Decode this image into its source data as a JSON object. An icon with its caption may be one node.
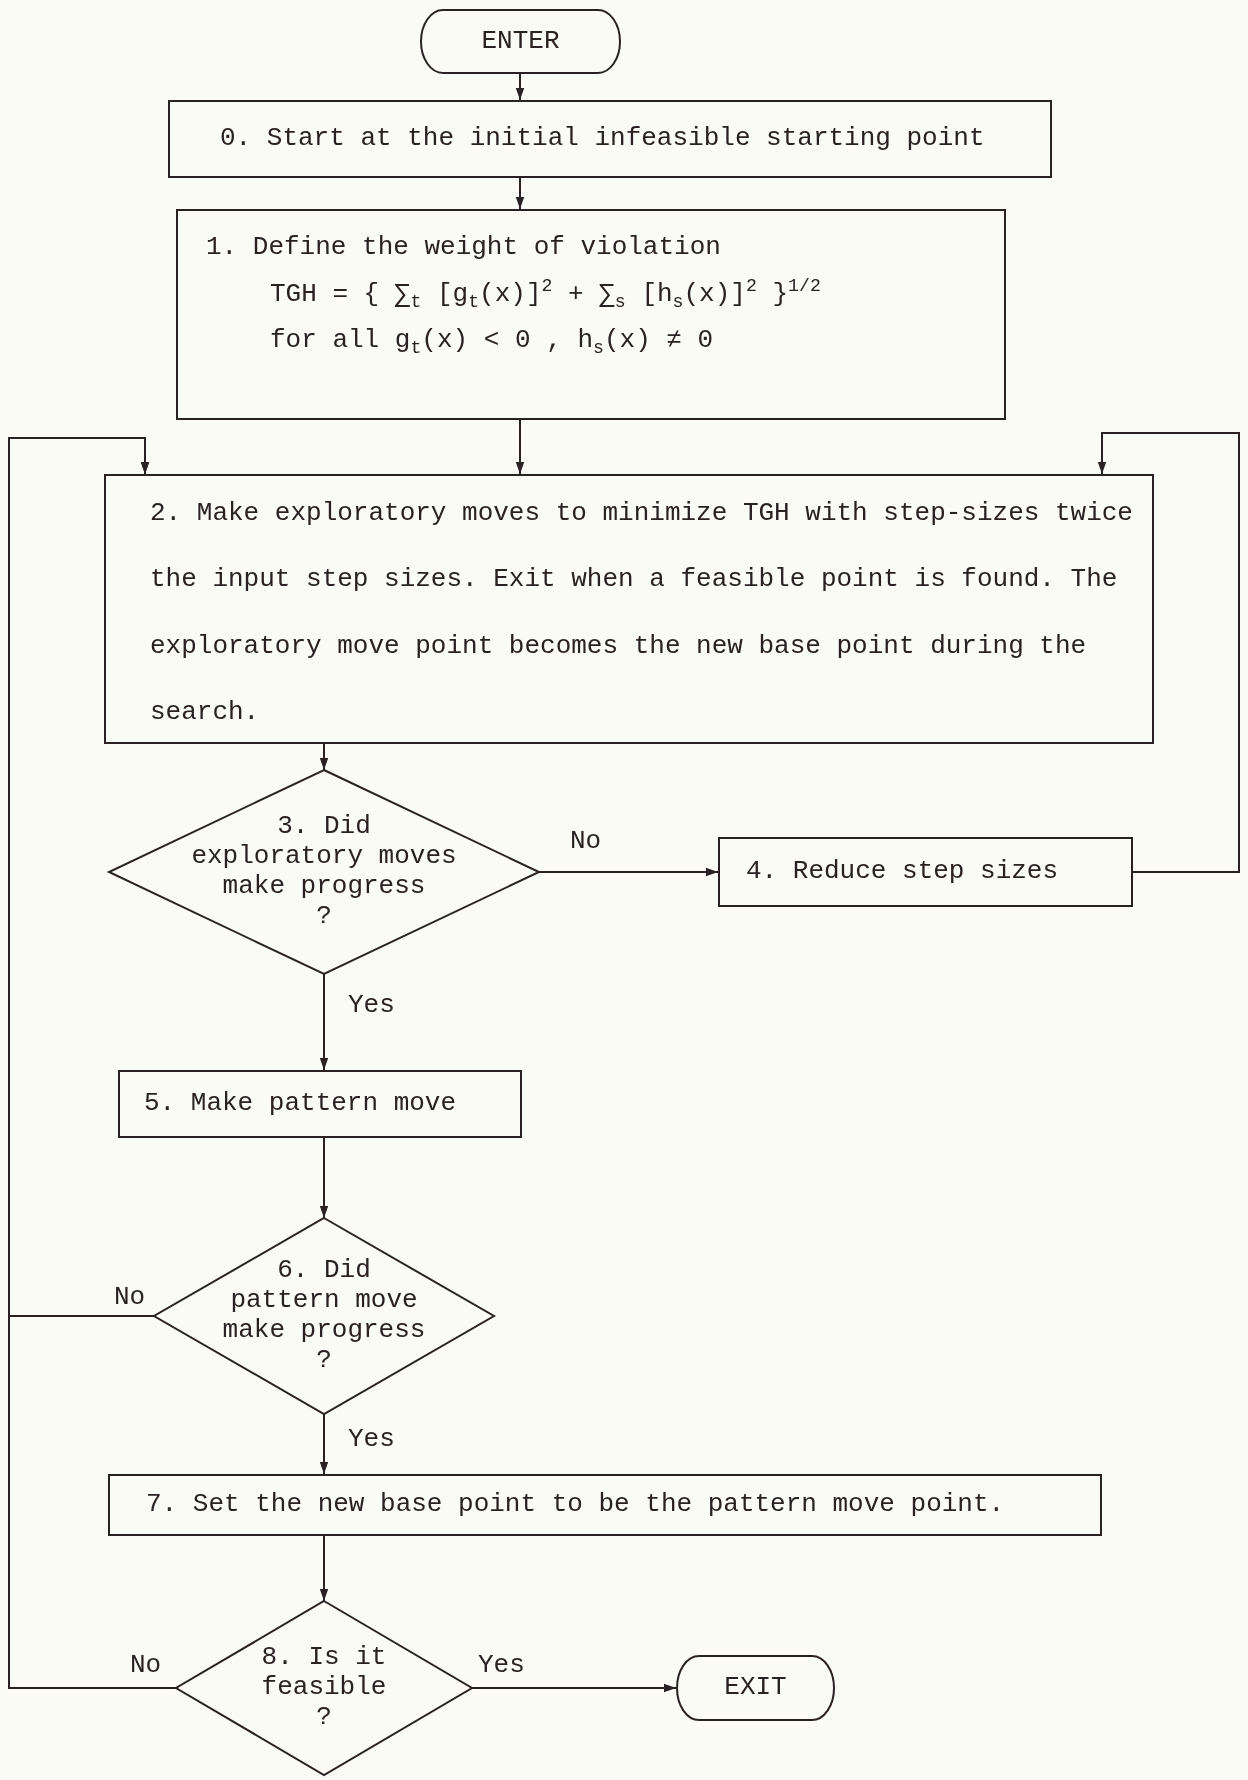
{
  "diagram": {
    "nodes": [
      {
        "text": [
          "ENTER"
        ]
      },
      {
        "text": [
          "0. Start at the initial infeasible starting point"
        ]
      },
      {
        "text": [
          "1. Define the weight of violation",
          "TGH = { ∑$_{t}$ [g$_{t}$(x)]$^{2}$ + ∑$_{s}$ [h$_{s}$(x)]$^{2}$ }$^{1/2}$",
          "for all g$_{t}$(x) < 0 , h$_{s}$(x) ≠ 0"
        ]
      },
      {
        "text": [
          "2. Make exploratory moves to minimize TGH with step-sizes twice the input step sizes. Exit when a feasible point is found. The exploratory move point becomes the new base point during the search."
        ]
      },
      {
        "text": [
          "3. Did exploratory moves make progress",
          "?"
        ]
      },
      {
        "text": [
          "4. Reduce step sizes"
        ]
      },
      {
        "text": [
          "5. Make pattern move"
        ]
      },
      {
        "text": [
          "6. Did pattern move make progress",
          "?"
        ]
      },
      {
        "text": [
          "7. Set the new base point to be the pattern move point."
        ]
      },
      {
        "text": [
          "8. Is it feasible",
          "?"
        ]
      },
      {
        "text": [
          "EXIT"
        ]
      }
    ],
    "edges": [
      {
        "from": 0,
        "to": 1,
        "arrow": "to"
      },
      {
        "from": 1,
        "to": 2,
        "arrow": "to"
      },
      {
        "from": 2,
        "to": 3,
        "arrow": "to"
      },
      {
        "from": 3,
        "to": 4,
        "arrow": "to"
      },
      {
        "from": 4,
        "to": 5,
        "arrow": "to",
        "label": "No"
      },
      {
        "from": 5,
        "to": 3,
        "arrow": "to"
      },
      {
        "from": 4,
        "to": 6,
        "arrow": "to",
        "label": "Yes"
      },
      {
        "from": 6,
        "to": 7,
        "arrow": "to"
      },
      {
        "from": 7,
        "to": 3,
        "arrow": "to",
        "label": "No"
      },
      {
        "from": 7,
        "to": 8,
        "arrow": "to",
        "label": "Yes"
      },
      {
        "from": 8,
        "to": 9,
        "arrow": "to"
      },
      {
        "from": 9,
        "to": 3,
        "arrow": "to",
        "label": "No"
      },
      {
        "from": 9,
        "to": 10,
        "arrow": "to",
        "label": "Yes"
      }
    ]
  }
}
